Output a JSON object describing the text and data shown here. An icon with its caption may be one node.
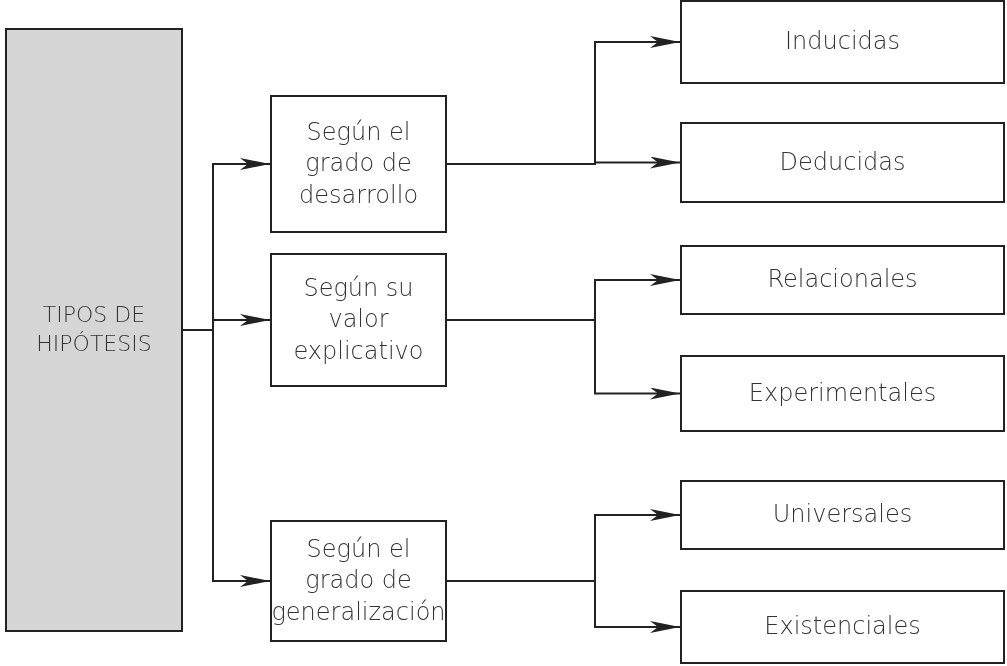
{
  "diagram": {
    "nodes": [
      {
        "text": [
          "TIPOS DE HIPÓTESIS"
        ]
      },
      {
        "text": [
          "Según el grado de desarrollo"
        ]
      },
      {
        "text": [
          "Inducidas"
        ]
      },
      {
        "text": [
          "Deducidas"
        ]
      },
      {
        "text": [
          "Según su valor explicativo"
        ]
      },
      {
        "text": [
          "Relacionales"
        ]
      },
      {
        "text": [
          "Experimentales"
        ]
      },
      {
        "text": [
          "Según el grado de generalización"
        ]
      },
      {
        "text": [
          "Universales"
        ]
      },
      {
        "text": [
          "Existenciales"
        ]
      }
    ],
    "edges": [
      {
        "from": 0,
        "to": 1,
        "arrow": "to"
      },
      {
        "from": 0,
        "to": 4,
        "arrow": "to"
      },
      {
        "from": 0,
        "to": 7,
        "arrow": "to"
      },
      {
        "from": 1,
        "to": 2,
        "arrow": "to"
      },
      {
        "from": 1,
        "to": 3,
        "arrow": "to"
      },
      {
        "from": 4,
        "to": 5,
        "arrow": "to"
      },
      {
        "from": 4,
        "to": 6,
        "arrow": "to"
      },
      {
        "from": 7,
        "to": 8,
        "arrow": "to"
      },
      {
        "from": 7,
        "to": 9,
        "arrow": "to"
      }
    ]
  }
}
